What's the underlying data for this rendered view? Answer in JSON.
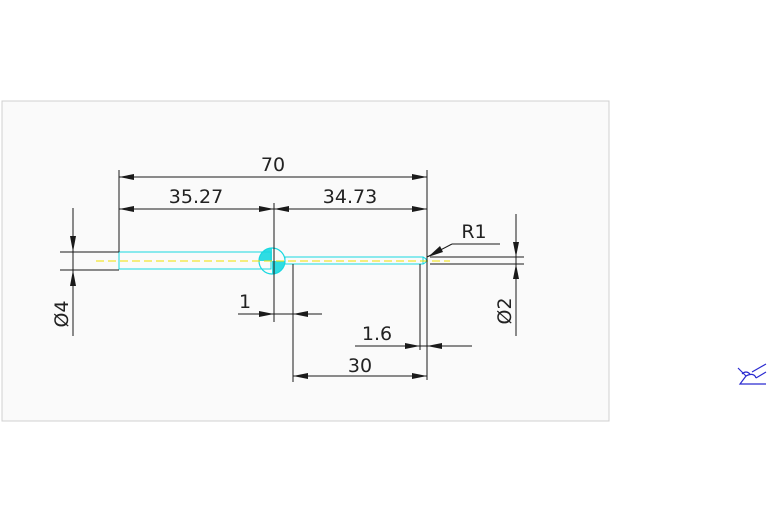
{
  "colors": {
    "page_bg": "#ffffff",
    "sheet_bg": "#fafafa",
    "sheet_border": "#d0d0d0",
    "part_outline": "#18d8e0",
    "centerline": "#f0e000",
    "dimension": "#1a1a1a",
    "text": "#222222",
    "ucs_icon": "#2a2ad0"
  },
  "icons": {
    "ucs": "ucs-icon"
  },
  "dimensions": {
    "overall_length": "70",
    "left_length": "35.27",
    "right_length": "34.73",
    "radius": "R1",
    "left_diameter": "Ø4",
    "right_diameter": "Ø2",
    "ball_gap": "1",
    "tip_offset": "1.6",
    "thin_length": "30"
  }
}
